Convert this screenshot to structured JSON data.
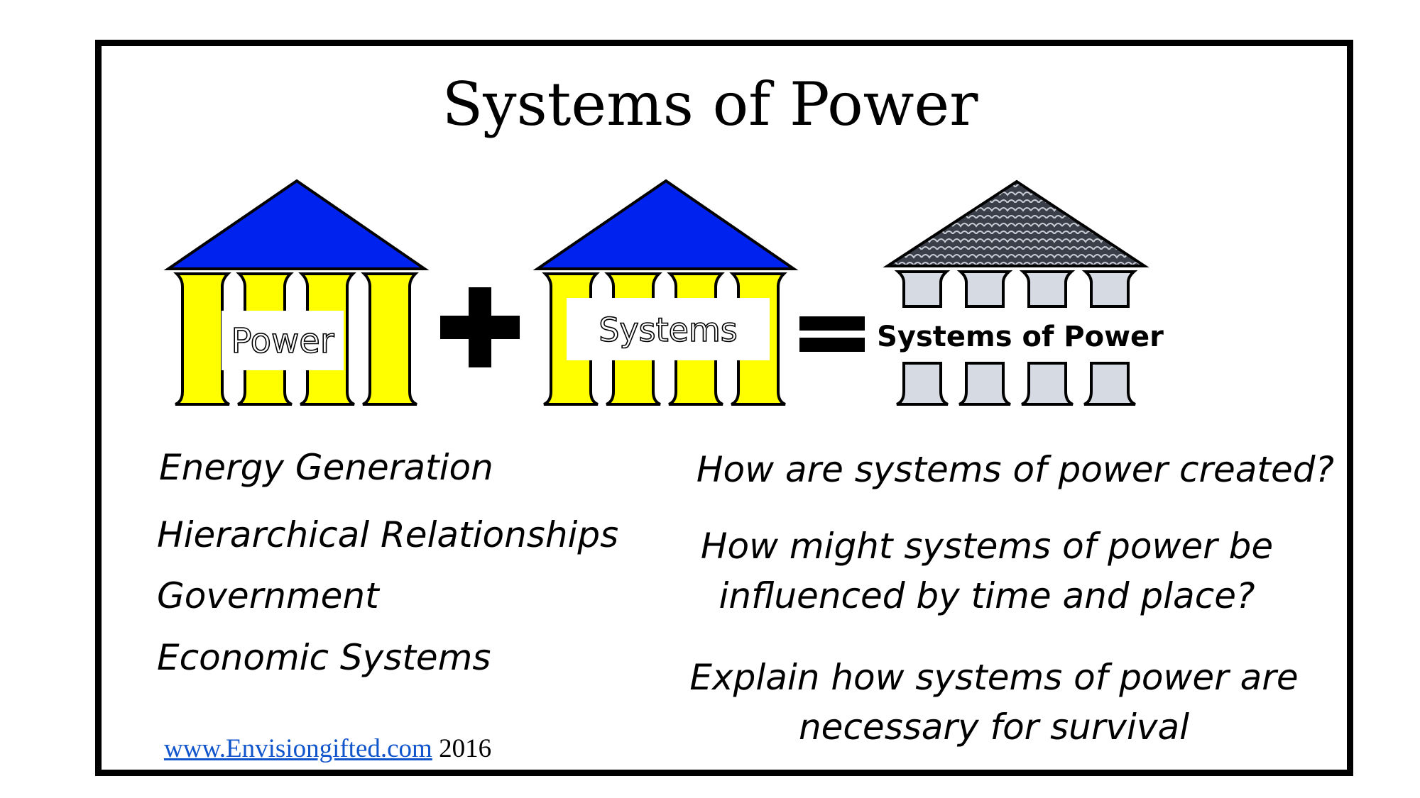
{
  "title": "Systems of Power",
  "diagram": {
    "building_1_label": "Power",
    "operator_plus": "+",
    "building_2_label": "Systems",
    "operator_equals": "=",
    "building_3_label": "Systems of Power"
  },
  "topics": [
    "Energy Generation",
    "Hierarchical Relationships",
    "Government",
    "Economic Systems"
  ],
  "questions": [
    "How are systems of power created?",
    "How might systems of power be influenced by time and place?",
    "Explain how systems of power are necessary for survival"
  ],
  "footer": {
    "link_text": "www.Envisiongifted.com",
    "year": "2016"
  },
  "colors": {
    "roof_blue": "#0022ee",
    "pillar_yellow": "#ffff00",
    "pillar_grey": "#d6dae2",
    "roof_pattern": "#3a3f4a"
  }
}
